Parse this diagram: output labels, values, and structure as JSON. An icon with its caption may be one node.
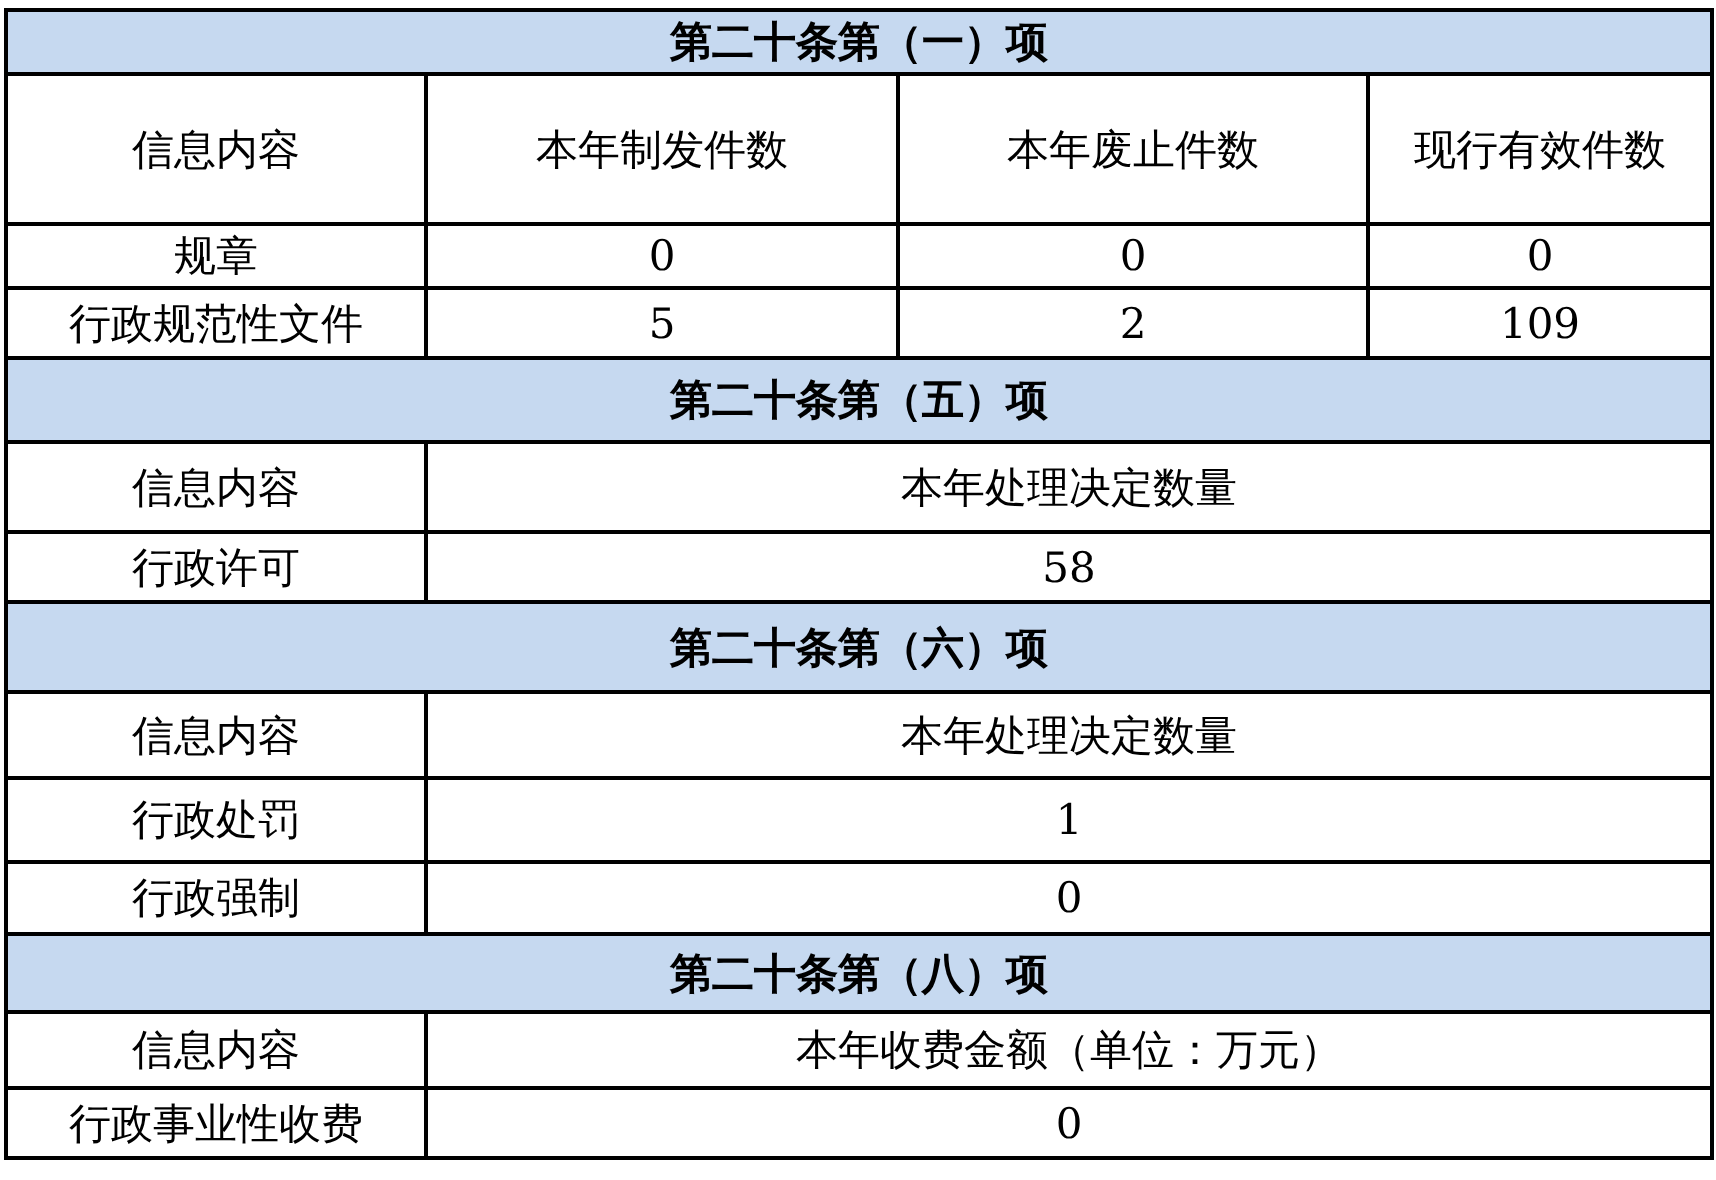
{
  "diagram": {
    "labels": [
      "第二十条第（一）项",
      "信息内容",
      "本年制发件数",
      "本年废止件数",
      "现行有效件数",
      "规章",
      "0",
      "0",
      "0",
      "行政规范性文件",
      "5",
      "2",
      "109",
      "第二十条第（五）项",
      "信息内容",
      "本年处理决定数量",
      "行政许可",
      "58",
      "第二十条第（六）项",
      "信息内容",
      "本年处理决定数量",
      "行政处罚",
      "1",
      "行政强制",
      "0",
      "第二十条第（八）项",
      "信息内容",
      "本年收费金额（单位：万元）",
      "行政事业性收费",
      "0"
    ]
  }
}
